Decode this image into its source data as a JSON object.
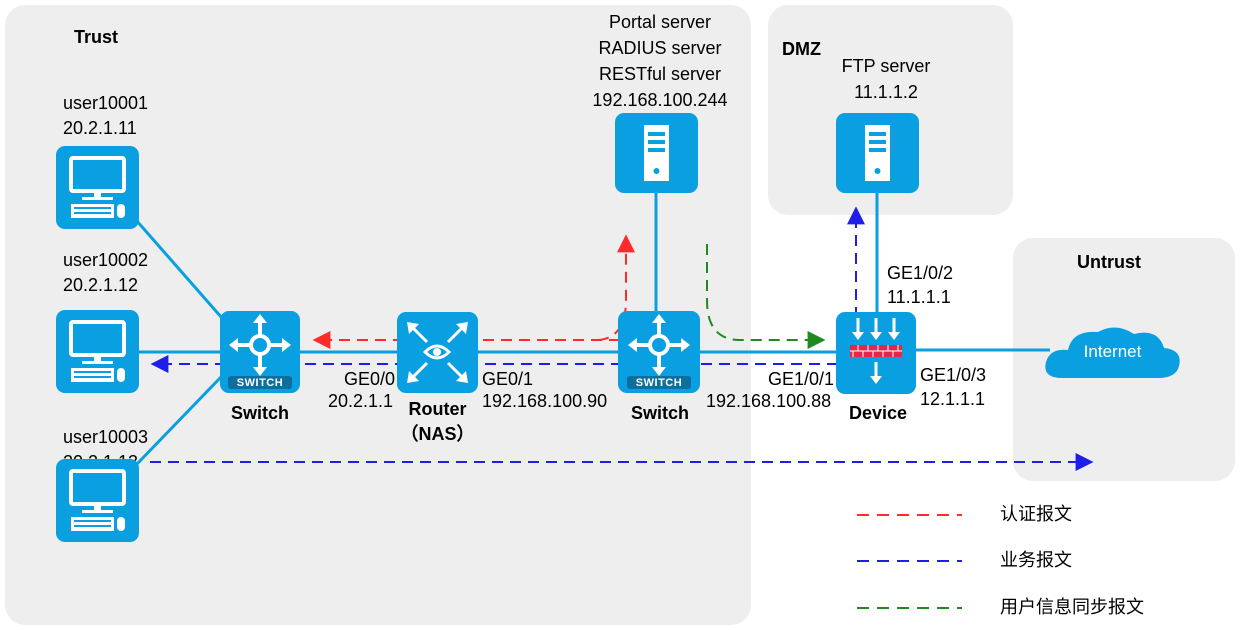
{
  "zones": {
    "trust": "Trust",
    "dmz": "DMZ",
    "untrust": "Untrust"
  },
  "server_labels": [
    "Portal server",
    "RADIUS server",
    "RESTful server",
    "192.168.100.244"
  ],
  "ftp": {
    "name": "FTP server",
    "ip": "11.1.1.2"
  },
  "users": [
    {
      "name": "user10001",
      "ip": "20.2.1.11"
    },
    {
      "name": "user10002",
      "ip": "20.2.1.12"
    },
    {
      "name": "user10003",
      "ip": "20.2.1.13"
    }
  ],
  "switch1": {
    "name": "Switch",
    "caption": "SWITCH"
  },
  "switch2": {
    "name": "Switch",
    "caption": "SWITCH"
  },
  "router": {
    "name": "Router",
    "role": "（NAS）",
    "if_left": "GE0/0",
    "ip_left": "20.2.1.1",
    "if_right": "GE0/1",
    "ip_right": "192.168.100.90"
  },
  "device": {
    "name": "Device",
    "if_left": "GE1/0/1",
    "ip_left": "192.168.100.88",
    "if_top": "GE1/0/2",
    "ip_top": "11.1.1.1",
    "if_right": "GE1/0/3",
    "ip_right": "12.1.1.1"
  },
  "internet": "Internet",
  "legend": [
    {
      "label": "认证报文",
      "color": "#ff2a2a"
    },
    {
      "label": "业务报文",
      "color": "#1e1ee8"
    },
    {
      "label": "用户信息同步报文",
      "color": "#1f8a1f"
    }
  ],
  "colors": {
    "zone_bg": "#eeeeee",
    "icon_blue": "#0a9fe0",
    "link": "#0a9fe0",
    "auth": "#ff2a2a",
    "service": "#1e1ee8",
    "sync": "#1f8a1f",
    "firewall": "#e8264c"
  }
}
